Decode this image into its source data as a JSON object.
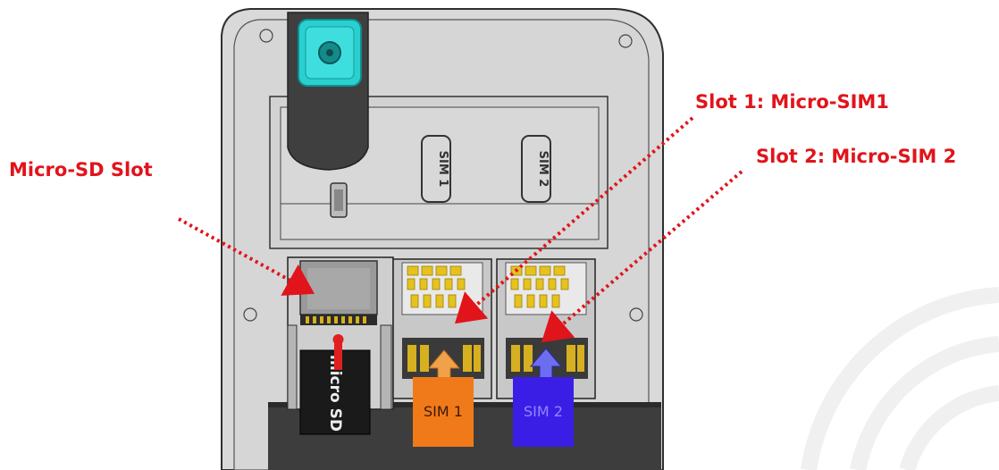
{
  "callouts": {
    "sd_slot": "Micro-SD Slot",
    "slot1": "Slot 1: Micro-SIM1",
    "slot2": "Slot 2: Micro-SIM 2"
  },
  "tray": {
    "sim1_engraving": "SIM 1",
    "sim2_engraving": "SIM 2"
  },
  "cards": {
    "sim1_label": "SIM 1",
    "sim2_label": "SIM 2",
    "microsd_label": "micro SD"
  },
  "colors": {
    "callout_text": "#e1141b",
    "callout_arrow": "#e1141b",
    "phone_body": "#dcdcdc",
    "phone_outline": "#333333",
    "camera": "#2ad0d0",
    "sim1_card": "#f07a1a",
    "sim2_card": "#3b1ee6",
    "sim1_arrow": "#f0a24a",
    "sim2_arrow": "#6d6df0",
    "contacts": "#e6c21e",
    "sd_arrow": "#e02020"
  }
}
